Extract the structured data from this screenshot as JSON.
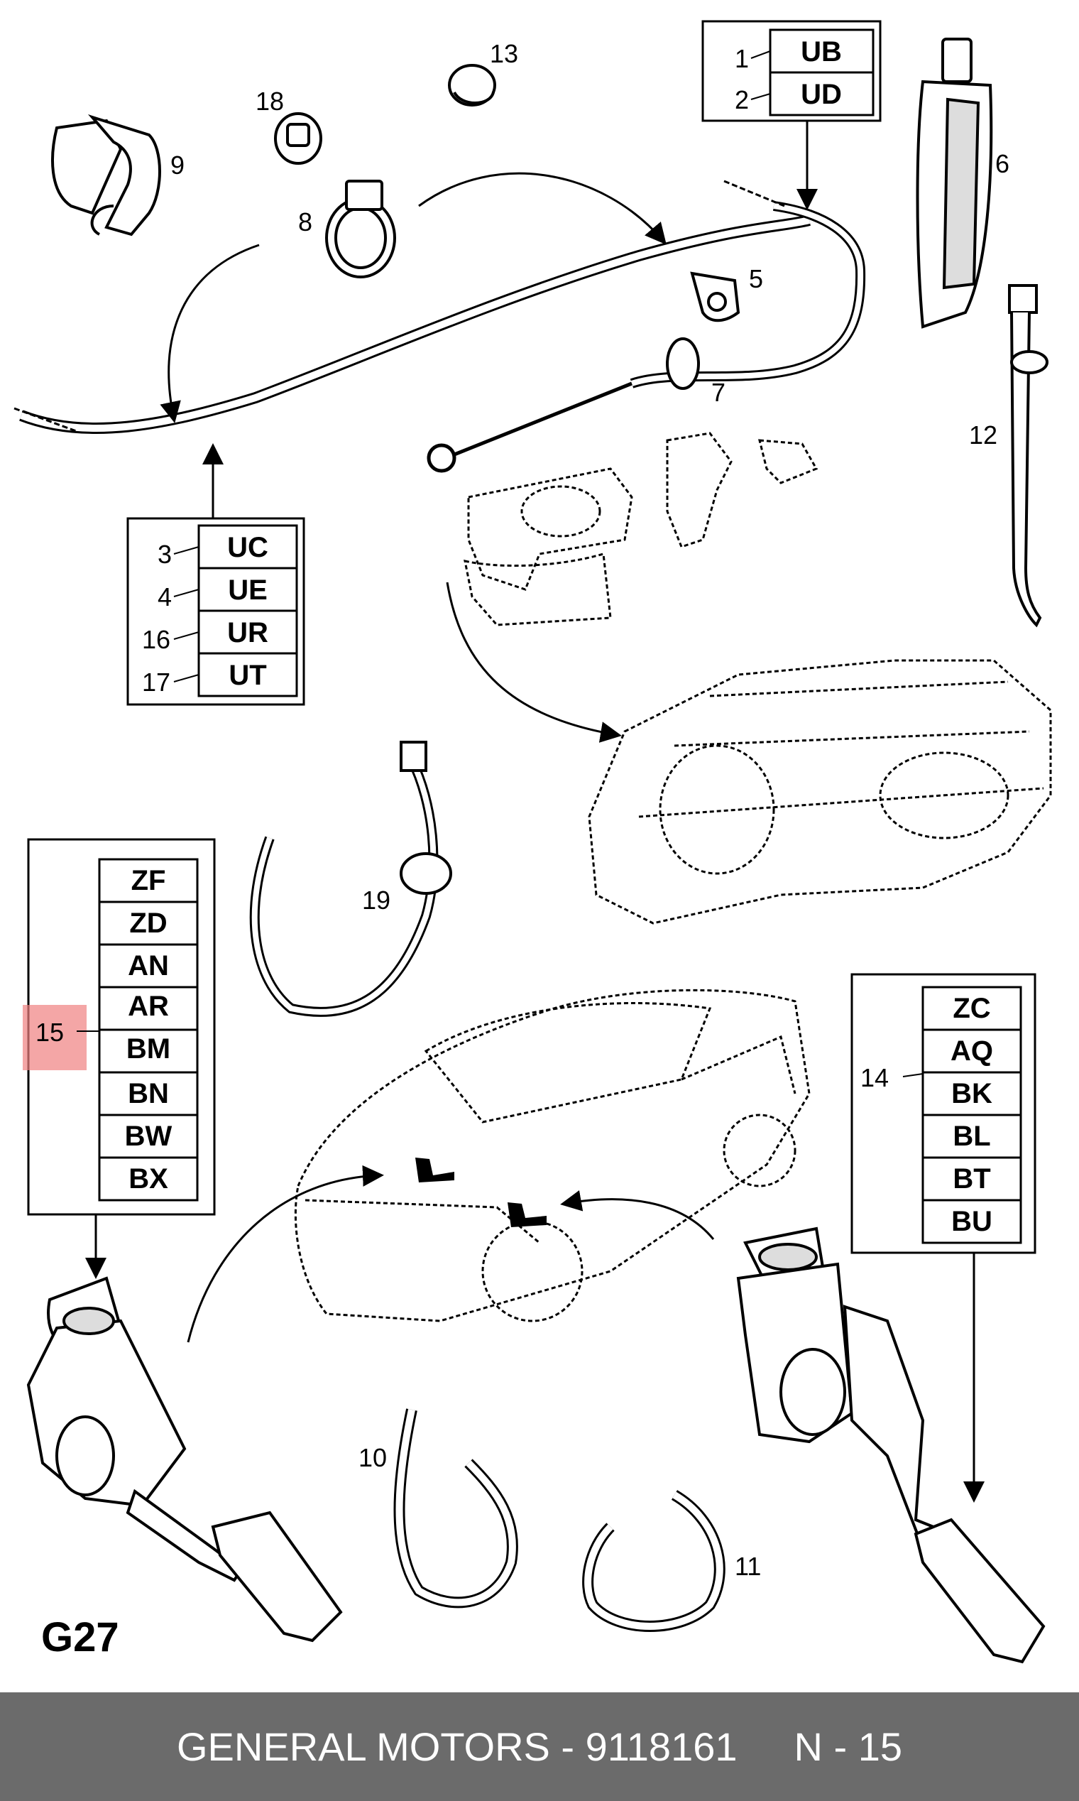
{
  "figure_id": "G27",
  "callouts": {
    "c1": "1",
    "c2": "2",
    "c3": "3",
    "c4": "4",
    "c5": "5",
    "c6": "6",
    "c7": "7",
    "c8": "8",
    "c9": "9",
    "c10": "10",
    "c11": "11",
    "c12": "12",
    "c13": "13",
    "c14": "14",
    "c15": "15",
    "c16": "16",
    "c17": "17",
    "c18": "18",
    "c19": "19"
  },
  "tables": {
    "top": [
      "UB",
      "UD"
    ],
    "middle": [
      "UC",
      "UE",
      "UR",
      "UT"
    ],
    "left": [
      "ZF",
      "ZD",
      "AN",
      "AR",
      "BM",
      "BN",
      "BW",
      "BX"
    ],
    "right": [
      "ZC",
      "AQ",
      "BK",
      "BL",
      "BT",
      "BU"
    ]
  },
  "colors": {
    "highlight": "#f08080",
    "footer_bg": "#6b6b6b",
    "footer_text": "#ffffff"
  },
  "footer": {
    "left": "GENERAL MOTORS - 9118161",
    "right": "N - 15"
  }
}
